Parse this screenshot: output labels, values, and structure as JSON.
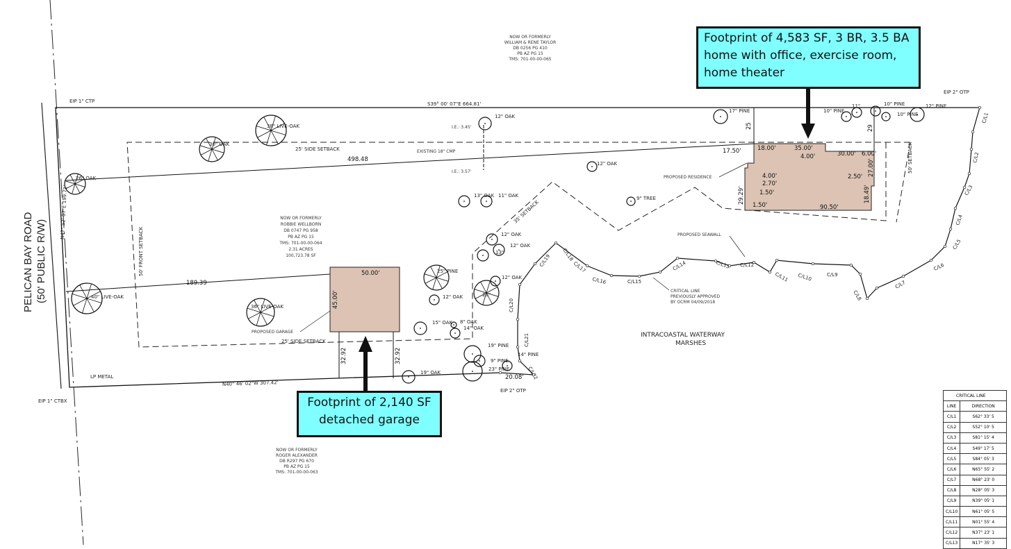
{
  "callouts": {
    "residence": [
      "Footprint of 4,583 SF, 3 BR, 3.5 BA",
      "home with office, exercise room,",
      "home theater"
    ],
    "garage": [
      "Footprint of 2,140 SF",
      "detached garage"
    ]
  },
  "road": [
    "PELICAN BAY ROAD",
    "(50' PUBLIC R/W)"
  ],
  "parcels": {
    "taylor": [
      "NOW OR FORMERLY",
      "WILLIAM & RENE TAYLOR",
      "DB 0256 PG 410",
      "PB AZ PG 15",
      "TMS: 701-00-00-065"
    ],
    "wellborn": [
      "NOW OR FORMERLY",
      "ROBBIE WELLBORN",
      "DB 0747 PG 958",
      "PB AZ PG 15",
      "TMS: 701-00-00-064",
      "2.31 ACRES",
      "100,723.78 SF"
    ],
    "alexander": [
      "NOW OR FORMERLY",
      "ROGER ALEXANDER",
      "DB R297 PG 670",
      "PB AZ PG 15",
      "TMS: 701-00-00-063"
    ]
  },
  "bearings": {
    "top": "S39° 00' 07\"E   664.81'",
    "bottom": "N40° 46' 02\"W   307.42'",
    "left": "N47° 52' 07\"E   199.71'"
  },
  "markers": {
    "eip_top_left": "EIP 1\" CTP",
    "eip_top_right": "EIP 2\" OTP",
    "eip_bottom_left": "EIP 1\" CTBX",
    "eip_bottom": "EIP 2\" OTP",
    "lp_metal": "LP METAL"
  },
  "dims": {
    "d498": "498.48",
    "d189": "189.39",
    "d25": "25",
    "d29": "29",
    "g3292a": "32.92",
    "g3292b": "32.92",
    "d2008": "20.08'",
    "garage_w": "50.00'",
    "garage_h": "45.00'"
  },
  "residence_dims": {
    "a": "18.00'",
    "b": "35.00'",
    "c": "4.00'",
    "d": "30.00'",
    "e": "6.00'",
    "f": "17.50'",
    "g": "4.00'",
    "h": "2.70'",
    "i": "1.50'",
    "j": "2.50'",
    "k": "27.00'",
    "l": "29.29'",
    "m": "1.50'",
    "n": "90.50'",
    "o": "18.49'"
  },
  "setbacks": {
    "side_top": "25' SIDE SETBACK",
    "side_bottom": "25' SIDE SETBACK",
    "front": "50' FRONT SETBACK",
    "s35": "35' SETBACK",
    "s50": "50' SETBACK"
  },
  "labels": {
    "residence": "PROPOSED RESIDENCE",
    "garage": "PROPOSED GARAGE",
    "seawall": "PROPOSED SEAWALL",
    "critical": [
      "CRITICAL LINE",
      "PREVIOUSLY APPROVED",
      "BY OCRM 04/09/2018"
    ],
    "marsh": [
      "INTRACOASTAL WATERWAY",
      "MARSHES"
    ],
    "cmp": "EXISTING 18\" CMP",
    "ie1": "I.E.: 3.45'",
    "ie2": "I.E.: 3.57'"
  },
  "trees": [
    "38\" LIVE-OAK",
    "30\" OAK",
    "26\" OAK",
    "40\" LIVE-OAK",
    "36\" LIVE-OAK",
    "12\" OAK",
    "12\" OAK",
    "9\" TREE",
    "17\" PINE",
    "13\" OAK",
    "11\" OAK",
    "12\" OAK",
    "12\" OAK",
    "13\"",
    "25\" PINE",
    "26\"",
    "12\" OAK",
    "12\" OAK",
    "15\" OAK",
    "8\" OAK",
    "14\" OAK",
    "19\" PINE",
    "9\" PINE",
    "14\" PINE",
    "23\" PINE",
    "19\" OAK",
    "10\" PINE",
    "11\"",
    "10\" PINE",
    "10\" PINE",
    "12\" PINE"
  ],
  "critical_lines": [
    "C/L1",
    "C/L2",
    "C/L3",
    "C/L4",
    "C/L5",
    "C/L6",
    "C/L7",
    "C/L8",
    "C/L9",
    "C/L10",
    "C/L11",
    "C/L12",
    "C/L13",
    "C/L14",
    "C/L15",
    "C/L16",
    "C/L17",
    "C/L18",
    "C/L19",
    "C/L20",
    "C/L21",
    "C/L22"
  ],
  "table": {
    "title": "CRITICAL LINE",
    "headers": [
      "LINE",
      "DIRECTION"
    ],
    "rows": [
      [
        "C/L1",
        "S62° 33' 5"
      ],
      [
        "C/L2",
        "S52° 10' 5"
      ],
      [
        "C/L3",
        "S81° 15' 4"
      ],
      [
        "C/L4",
        "S49° 17' 5"
      ],
      [
        "C/L5",
        "S84° 05' 3"
      ],
      [
        "C/L6",
        "N65° 55' 2"
      ],
      [
        "C/L7",
        "N68° 23' 0"
      ],
      [
        "C/L8",
        "N28° 05' 3"
      ],
      [
        "C/L9",
        "N39° 05' 1"
      ],
      [
        "C/L10",
        "N61° 05' 5"
      ],
      [
        "C/L11",
        "N01° 55' 4"
      ],
      [
        "C/L12",
        "N37° 23' 1"
      ],
      [
        "C/L13",
        "N17° 35' 3"
      ]
    ]
  },
  "colors": {
    "building": "#dcc3b4",
    "callout": "#7fffff",
    "line": "#111111"
  }
}
